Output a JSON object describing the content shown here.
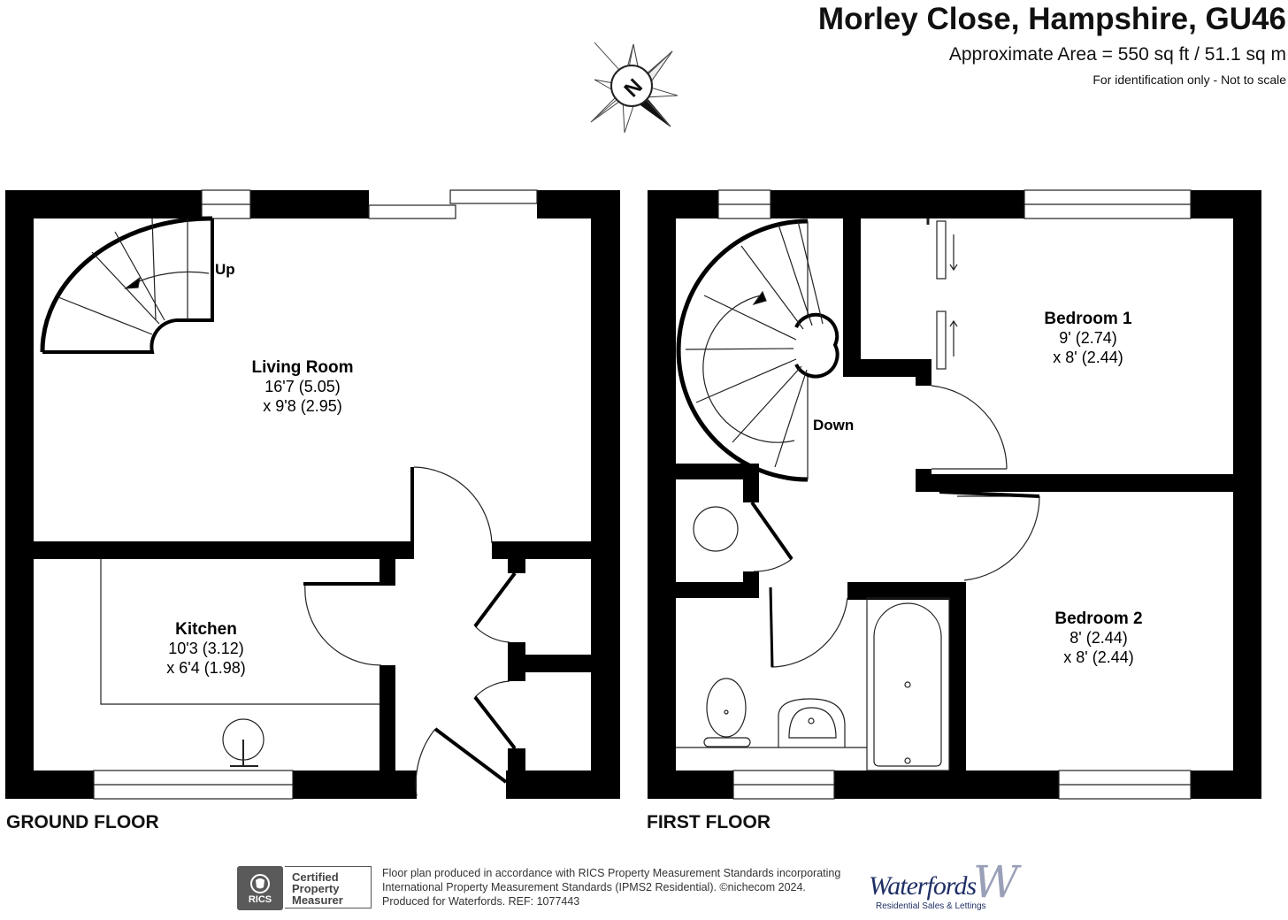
{
  "header": {
    "title": "Morley Close, Hampshire, GU46",
    "area": "Approximate Area = 550 sq ft / 51.1 sq m",
    "note": "For identification only - Not to scale"
  },
  "compass": {
    "letter": "N"
  },
  "ground_floor": {
    "label": "GROUND FLOOR",
    "stairs_label": "Up",
    "rooms": [
      {
        "name": "Living Room",
        "dim1": "16'7 (5.05)",
        "dim2": "x 9'8 (2.95)"
      },
      {
        "name": "Kitchen",
        "dim1": "10'3 (3.12)",
        "dim2": "x 6'4 (1.98)"
      }
    ]
  },
  "first_floor": {
    "label": "FIRST FLOOR",
    "stairs_label": "Down",
    "rooms": [
      {
        "name": "Bedroom 1",
        "dim1": "9' (2.74)",
        "dim2": "x 8' (2.44)"
      },
      {
        "name": "Bedroom 2",
        "dim1": "8' (2.44)",
        "dim2": "x 8' (2.44)"
      }
    ]
  },
  "footer": {
    "rics_text": "RICS",
    "cert_line1": "Certified",
    "cert_line2": "Property",
    "cert_line3": "Measurer",
    "line1": "Floor plan produced in accordance with RICS Property Measurement Standards incorporating",
    "line2": "International Property Measurement Standards (IPMS2 Residential).  ©nichecom 2024.",
    "line3": "Produced for Waterfords.   REF: 1077443",
    "brand": "Waterfords",
    "brand_sub": "Residential Sales & Lettings",
    "brand_mark": "W"
  },
  "colors": {
    "wall": "#000000",
    "brand": "#1f2f66"
  }
}
